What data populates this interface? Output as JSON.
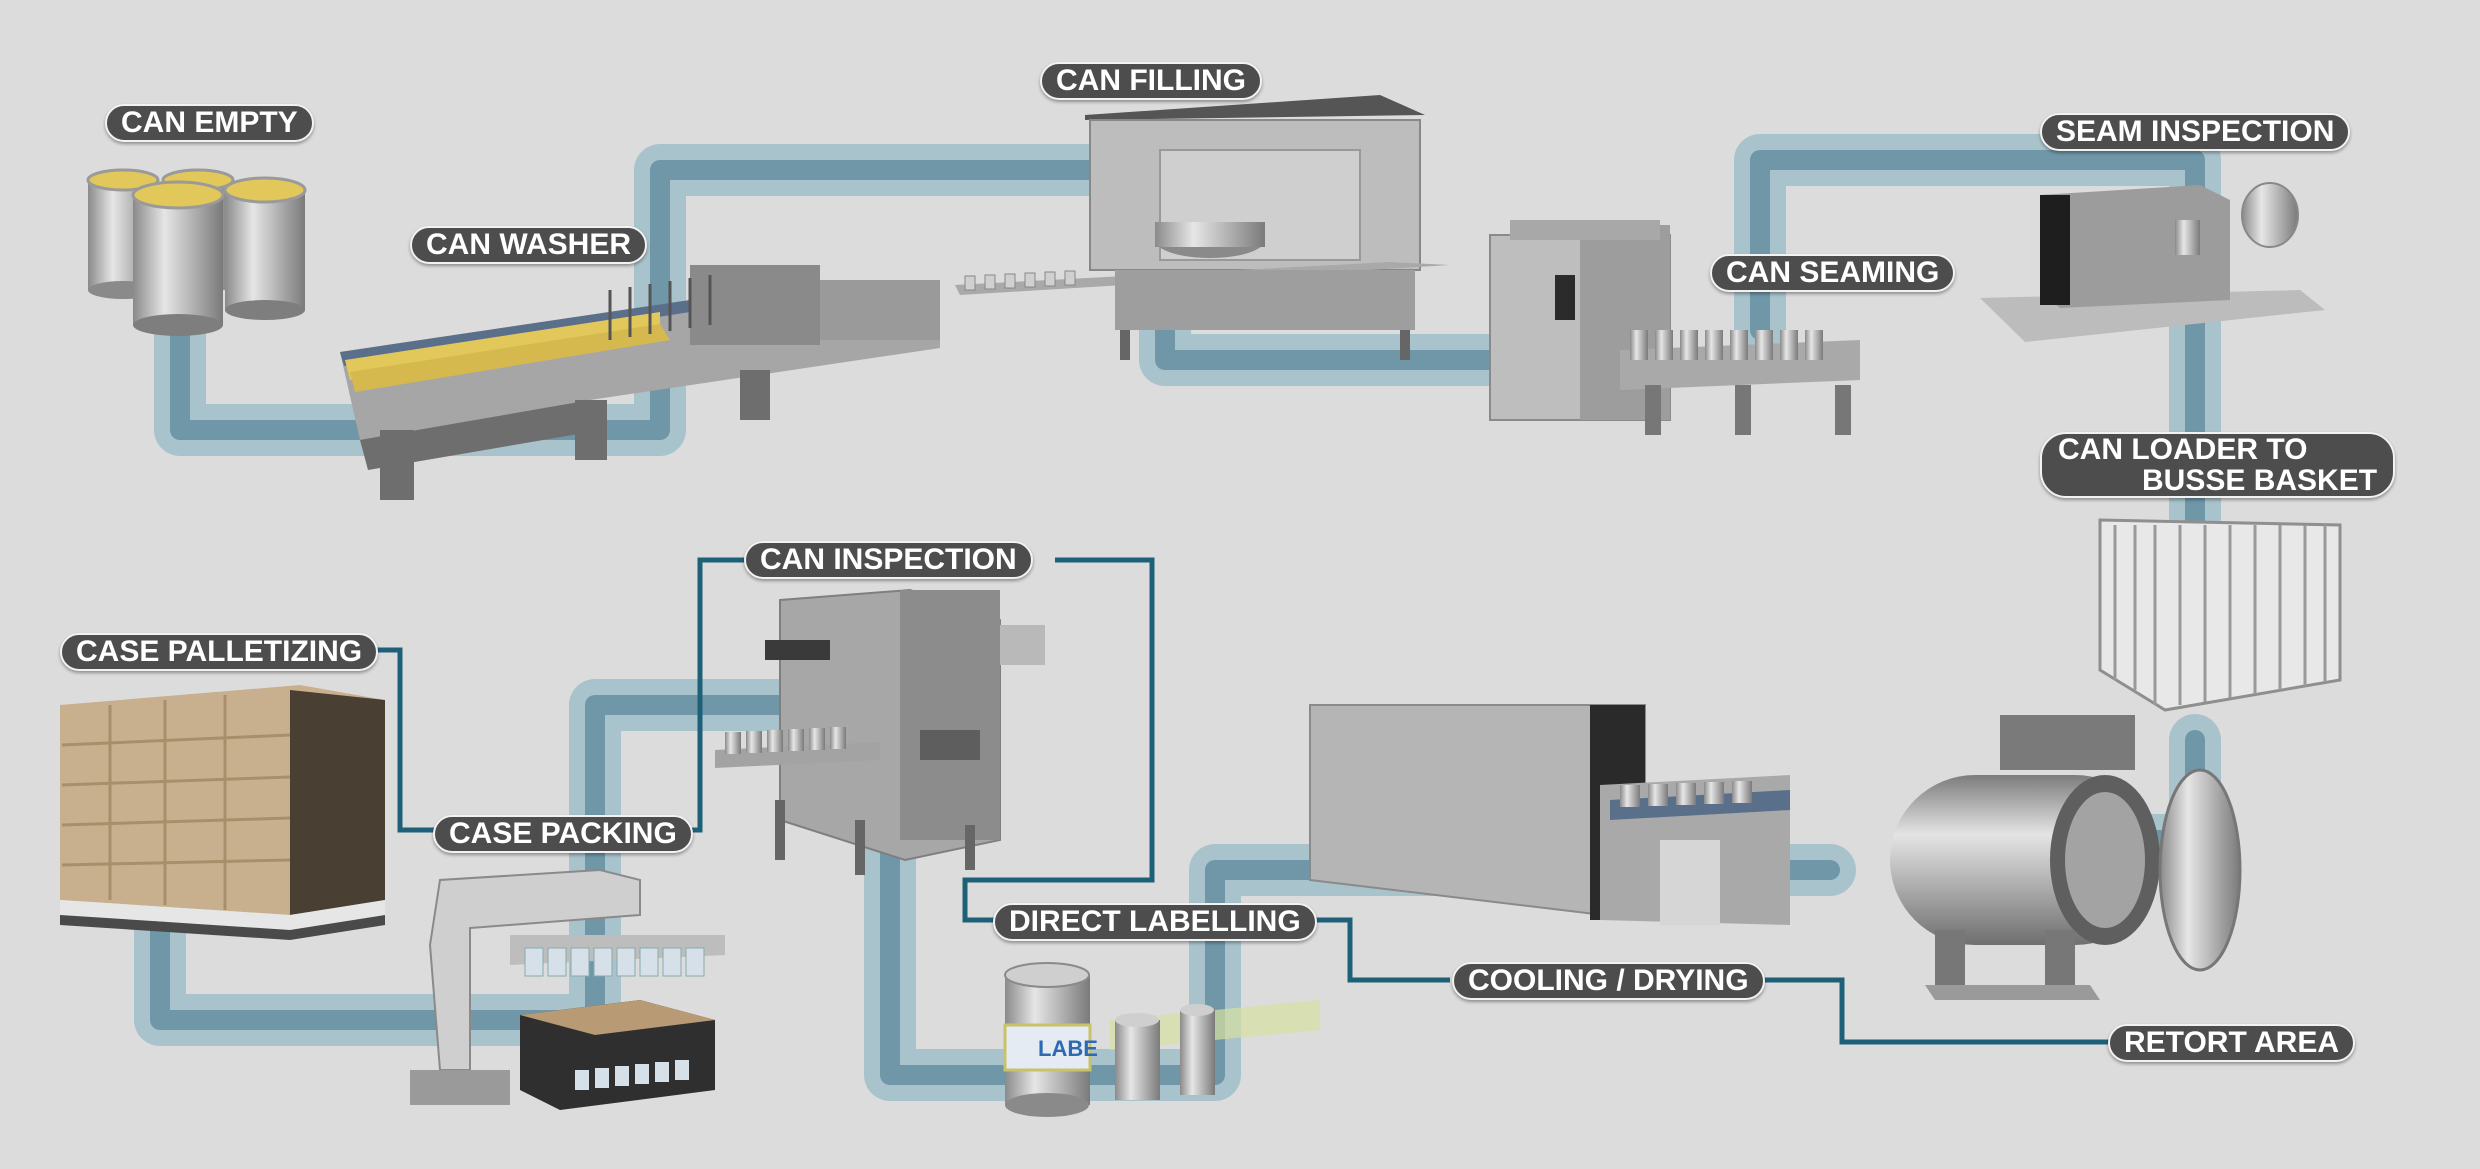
{
  "colors": {
    "background": "#dcdcdc",
    "flow_band": "#a9c3cd",
    "flow_core": "#6f97a8",
    "connector_line": "#1f6079",
    "tag_fill": "#4d4d4d",
    "tag_text": "#ffffff",
    "machine_light": "#c9c9c9",
    "machine_mid": "#a6a6a6",
    "machine_dark": "#6e6e6e",
    "carton": "#c8b08e",
    "can_gold": "#e2c75a"
  },
  "stations": {
    "can_empty": "CAN EMPTY",
    "can_washer": "CAN WASHER",
    "can_filling": "CAN FILLING",
    "can_seaming": "CAN SEAMING",
    "seam_inspection": "SEAM INSPECTION",
    "can_loader_line1": "CAN LOADER TO",
    "can_loader_line2": "BUSSE BASKET",
    "retort_area": "RETORT AREA",
    "cooling_drying": "COOLING / DRYING",
    "direct_labelling": "DIRECT LABELLING",
    "can_inspection": "CAN INSPECTION",
    "case_packing": "CASE PACKING",
    "case_palletizing": "CASE PALLETIZING"
  },
  "can_label_text": "LABE",
  "icons": {
    "empty_cans": "empty-cans-icon",
    "washer": "can-washer-machine-icon",
    "filler": "can-filling-machine-icon",
    "seamer": "can-seaming-machine-icon",
    "seam_inspector": "seam-inspection-machine-icon",
    "basket": "busse-basket-icon",
    "retort": "retort-vessel-icon",
    "cooler": "cooling-tunnel-icon",
    "labeller": "labelling-machine-icon",
    "inspector": "can-inspection-machine-icon",
    "case_packer": "case-packing-robot-icon",
    "pallet": "case-pallet-icon"
  }
}
